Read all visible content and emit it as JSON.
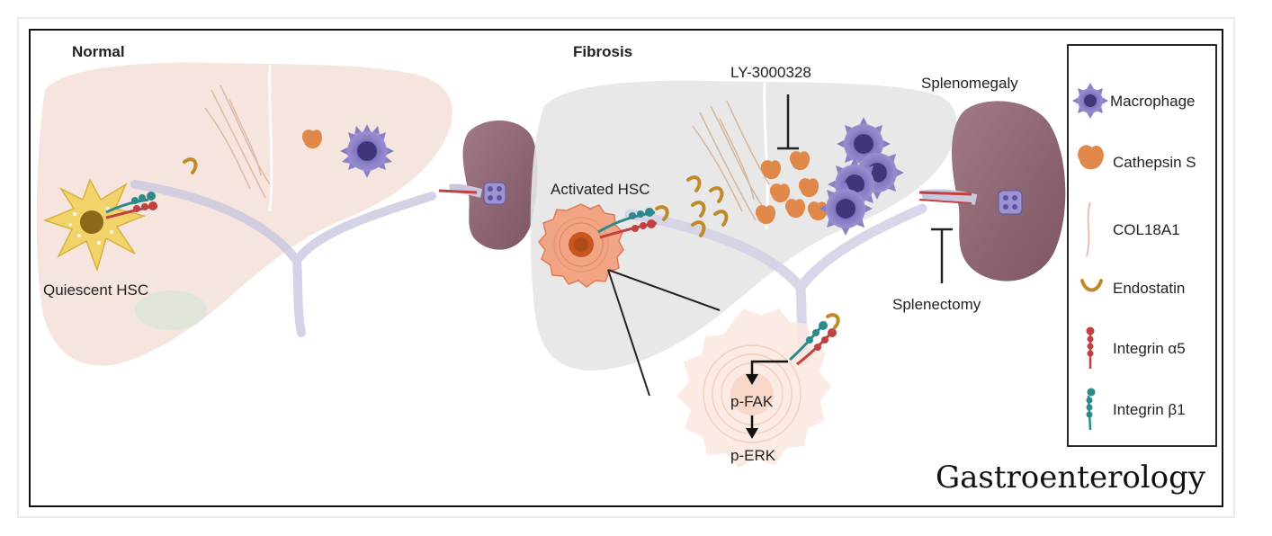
{
  "panels": {
    "normal_title": "Normal",
    "fibrosis_title": "Fibrosis",
    "quiescent_label": "Quiescent HSC",
    "activated_label": "Activated HSC",
    "inhibitor_label": "LY-3000328",
    "splenomegaly_label": "Splenomegaly",
    "splenectomy_label": "Splenectomy"
  },
  "pathway": {
    "step1": "p-FAK",
    "step2": "p-ERK"
  },
  "legend": [
    {
      "label": "Macrophage",
      "icon": "macrophage-icon",
      "color": "#6b5fa8"
    },
    {
      "label": "Cathepsin S",
      "icon": "cathepsin-s-icon",
      "color": "#e0884a"
    },
    {
      "label": "COL18A1",
      "icon": "col18a1-icon",
      "color": "#e8b9a8"
    },
    {
      "label": "Endostatin",
      "icon": "endostatin-icon",
      "color": "#c08a2a"
    },
    {
      "label": "Integrin α5",
      "icon": "integrin-a5-icon",
      "color": "#c0413f"
    },
    {
      "label": "Integrin β1",
      "icon": "integrin-b1-icon",
      "color": "#2d8a8a"
    }
  ],
  "journal": "Gastroenterology"
}
